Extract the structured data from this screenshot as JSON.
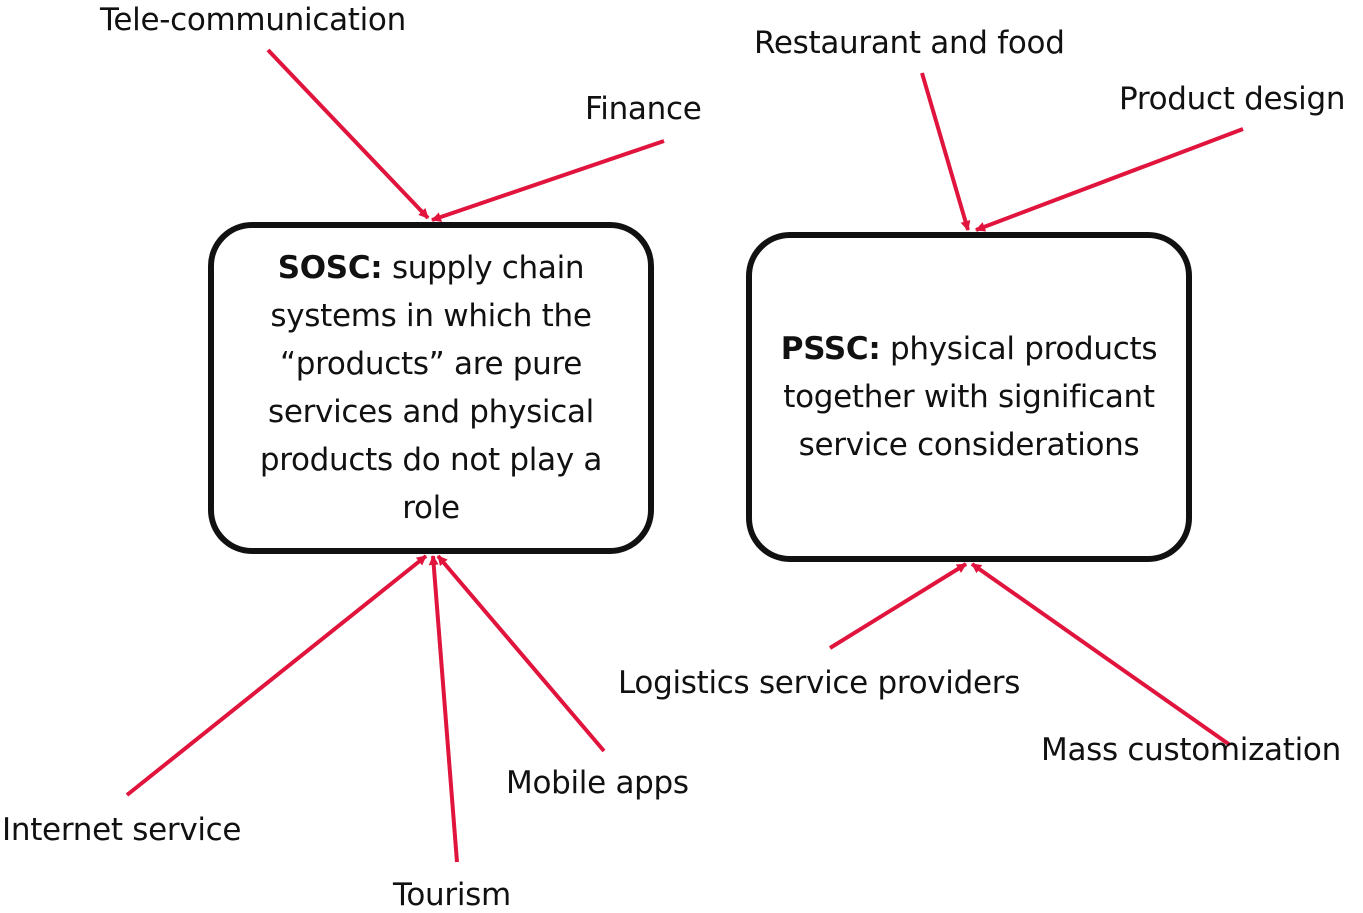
{
  "colors": {
    "arrow": "#e0143c",
    "box_border": "#111111",
    "text": "#111111"
  },
  "boxes": {
    "sosc": {
      "term": "SOSC:",
      "description": "supply chain systems in which the “products” are pure services and physical products do not play a role"
    },
    "pssc": {
      "term": "PSSC:",
      "description": "physical products together with significant service considerations"
    }
  },
  "labels": {
    "telecommunication": "Tele-communication",
    "finance": "Finance",
    "internet_service": "Internet service",
    "tourism": "Tourism",
    "mobile_apps": "Mobile apps",
    "restaurant_and_food": "Restaurant and food",
    "product_design": "Product design",
    "logistics_service_providers": "Logistics service providers",
    "mass_customization": "Mass customization"
  }
}
